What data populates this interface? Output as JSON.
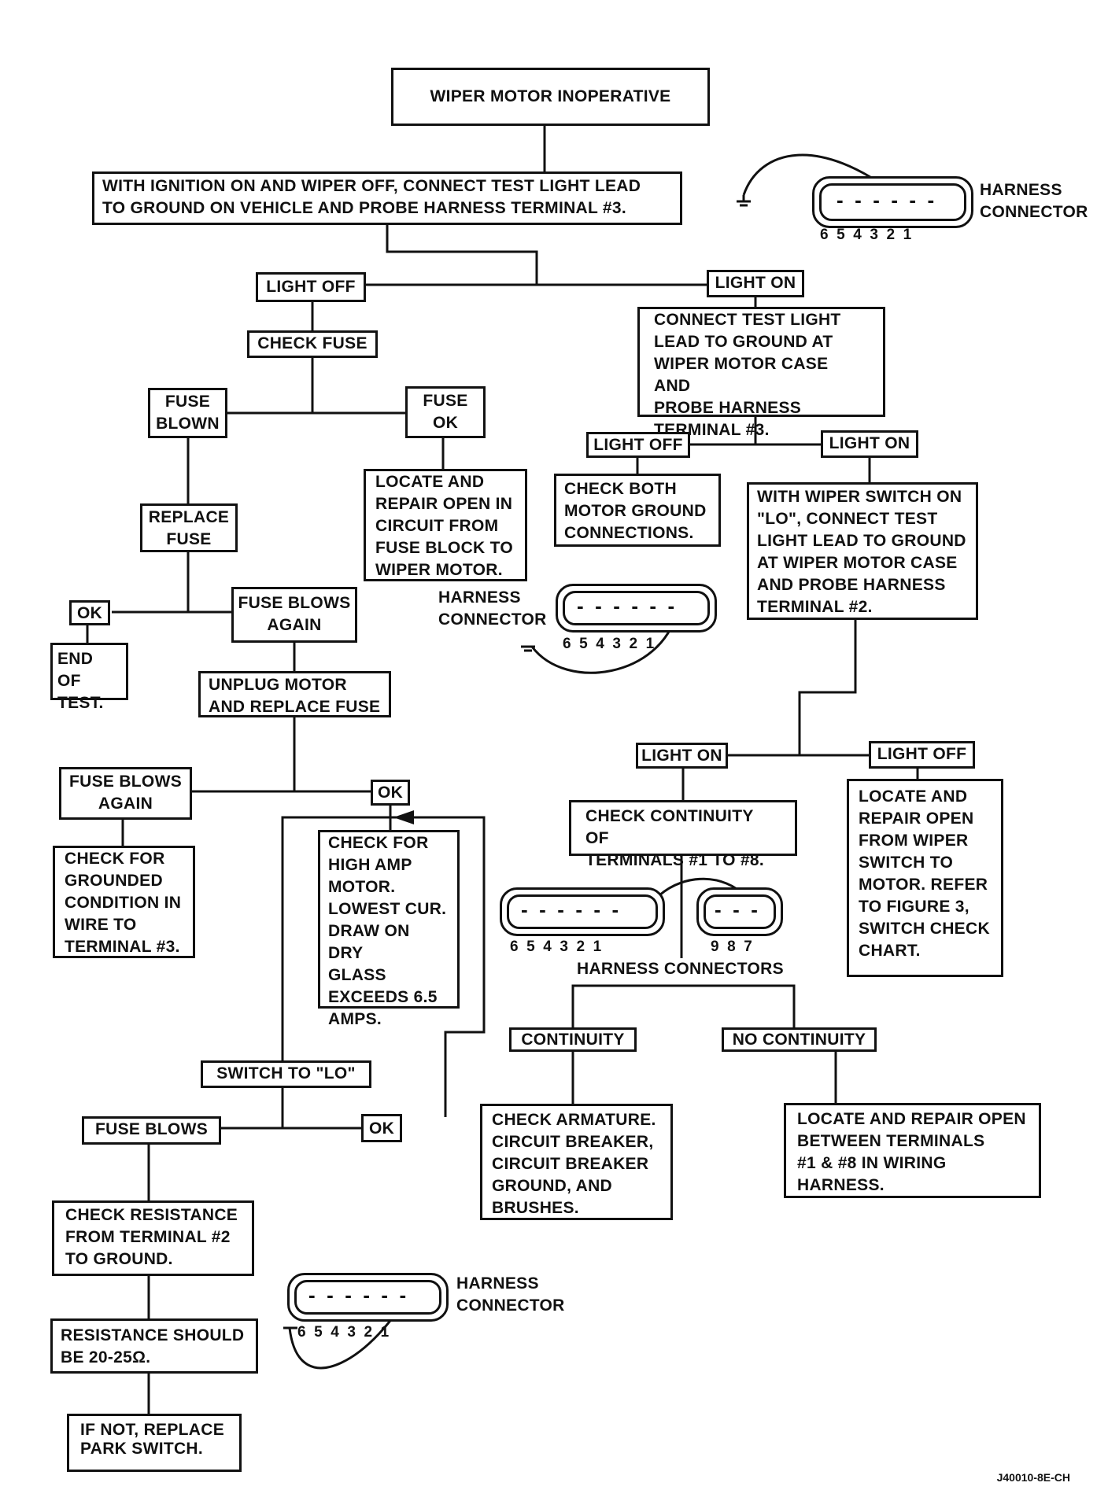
{
  "flowchart": {
    "start": "WIPER MOTOR INOPERATIVE",
    "step1": "WITH IGNITION ON AND WIPER OFF, CONNECT TEST LIGHT LEAD\nTO GROUND ON VEHICLE AND PROBE HARNESS TERMINAL #3.",
    "left": {
      "light_off": "LIGHT OFF",
      "check_fuse": "CHECK FUSE",
      "fuse_blown": "FUSE\nBLOWN",
      "fuse_ok": "FUSE\nOK",
      "repair_fuse_block": "LOCATE AND\nREPAIR OPEN IN\nCIRCUIT FROM\nFUSE BLOCK TO\nWIPER MOTOR.",
      "replace_fuse": "REPLACE\nFUSE",
      "ok": "OK",
      "end_of_test": "END OF\nTEST.",
      "fuse_blows_again": "FUSE BLOWS\nAGAIN",
      "unplug_motor": "UNPLUG MOTOR\nAND REPLACE FUSE",
      "fuse_blows_again_2": "FUSE BLOWS\nAGAIN",
      "ok_2": "OK",
      "check_grounded": "CHECK FOR\nGROUNDED\nCONDITION IN\nWIRE TO\nTERMINAL #3.",
      "check_high_amp": "CHECK FOR\nHIGH AMP\nMOTOR.\nLOWEST CUR.\nDRAW ON DRY\nGLASS\nEXCEEDS 6.5\nAMPS.",
      "switch_lo": "SWITCH TO \"LO\"",
      "fuse_blows": "FUSE BLOWS",
      "ok_3": "OK",
      "check_resistance": "CHECK RESISTANCE\nFROM TERMINAL #2\nTO GROUND.",
      "resistance_should": "RESISTANCE SHOULD\nBE 20-25Ω.",
      "replace_park": "IF NOT, REPLACE\nPARK SWITCH."
    },
    "right": {
      "light_on": "LIGHT ON",
      "connect_motor_case": "CONNECT TEST LIGHT\nLEAD TO GROUND AT\nWIPER MOTOR CASE AND\nPROBE HARNESS\nTERMINAL #3.",
      "light_off": "LIGHT OFF",
      "check_ground_conn": "CHECK BOTH\nMOTOR GROUND\nCONNECTIONS.",
      "switch_lo_test": "WITH WIPER SWITCH ON\n\"LO\", CONNECT TEST\nLIGHT LEAD TO GROUND\nAT WIPER MOTOR CASE\nAND PROBE HARNESS\nTERMINAL #2.",
      "light_on_2": "LIGHT ON",
      "light_off_2": "LIGHT OFF",
      "check_continuity": "CHECK CONTINUITY OF\nTERMINALS #1 TO #8.",
      "repair_wiper_switch": "LOCATE AND\nREPAIR OPEN\nFROM WIPER\nSWITCH TO\nMOTOR. REFER\nTO  FIGURE 3,\nSWITCH CHECK\nCHART.",
      "continuity": "CONTINUITY",
      "no_continuity": "NO CONTINUITY",
      "check_armature": "CHECK ARMATURE.\nCIRCUIT BREAKER,\nCIRCUIT BREAKER\nGROUND, AND\nBRUSHES.",
      "repair_terminals": "LOCATE AND REPAIR OPEN\nBETWEEN TERMINALS\n#1 & #8 IN WIRING\nHARNESS."
    }
  },
  "connectors": {
    "harness_connector": "HARNESS\nCONNECTOR",
    "harness_connectors": "HARNESS CONNECTORS",
    "pins_6_1": "6  5  4  3  2  1",
    "pins_9_7": "9  8  7"
  },
  "figure_id": "J40010-8E-CH"
}
